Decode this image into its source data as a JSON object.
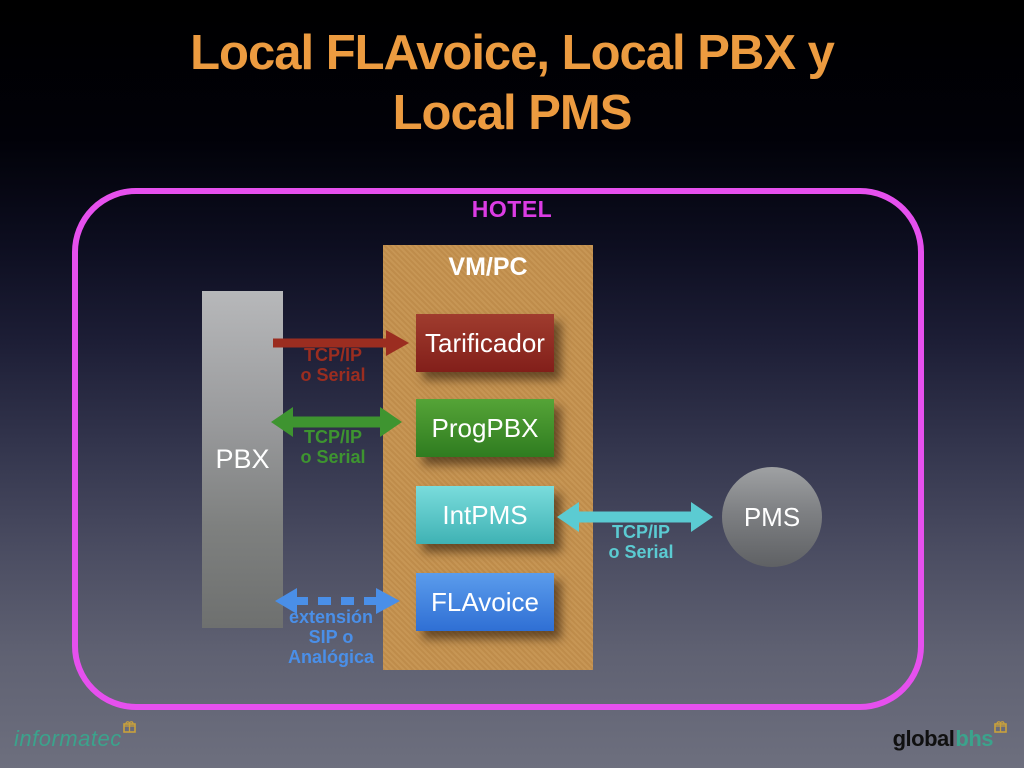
{
  "title": {
    "line1": "Local FLAvoice, Local PBX y",
    "line2": "Local PMS",
    "color": "#EC9B40"
  },
  "hotel": {
    "label": "HOTEL",
    "border_color": "#E650EE",
    "label_color": "#DC3CE4"
  },
  "vmpc": {
    "label": "VM/PC",
    "fill": "#C4914F"
  },
  "pbx": {
    "label": "PBX"
  },
  "pms": {
    "label": "PMS"
  },
  "modules": [
    {
      "label": "Tarificador",
      "color": "#8C2922"
    },
    {
      "label": "ProgPBX",
      "color": "#3F8F2A"
    },
    {
      "label": "IntPMS",
      "color": "#52C2C4"
    },
    {
      "label": "FLAvoice",
      "color": "#3B7DE0"
    }
  ],
  "connections": [
    {
      "name": "pbx-to-tarificador",
      "lines": [
        "TCP/IP",
        "o Serial"
      ],
      "color": "#9B2D20",
      "style": "solid",
      "direction": "right"
    },
    {
      "name": "pbx-progpbx",
      "lines": [
        "TCP/IP",
        "o Serial"
      ],
      "color": "#3E9430",
      "style": "solid",
      "direction": "both"
    },
    {
      "name": "intpms-pms",
      "lines": [
        "TCP/IP",
        "o Serial"
      ],
      "color": "#5BCBD2",
      "style": "solid",
      "direction": "both"
    },
    {
      "name": "pbx-flavoice",
      "lines": [
        "extensión",
        "SIP o",
        "Analógica"
      ],
      "color": "#4A8FE8",
      "style": "dashed",
      "direction": "both"
    }
  ],
  "footer": {
    "left_logo": {
      "text": "informatec",
      "color": "#3BA38C",
      "mark_color": "#C9A13B"
    },
    "right_logo": {
      "part1": "global",
      "part2": "bhs",
      "color1": "#101010",
      "color2": "#3BA38C",
      "mark_color": "#C9A13B"
    }
  },
  "colors": {
    "background_top": "#000000",
    "background_bottom": "#6D6F7E"
  }
}
